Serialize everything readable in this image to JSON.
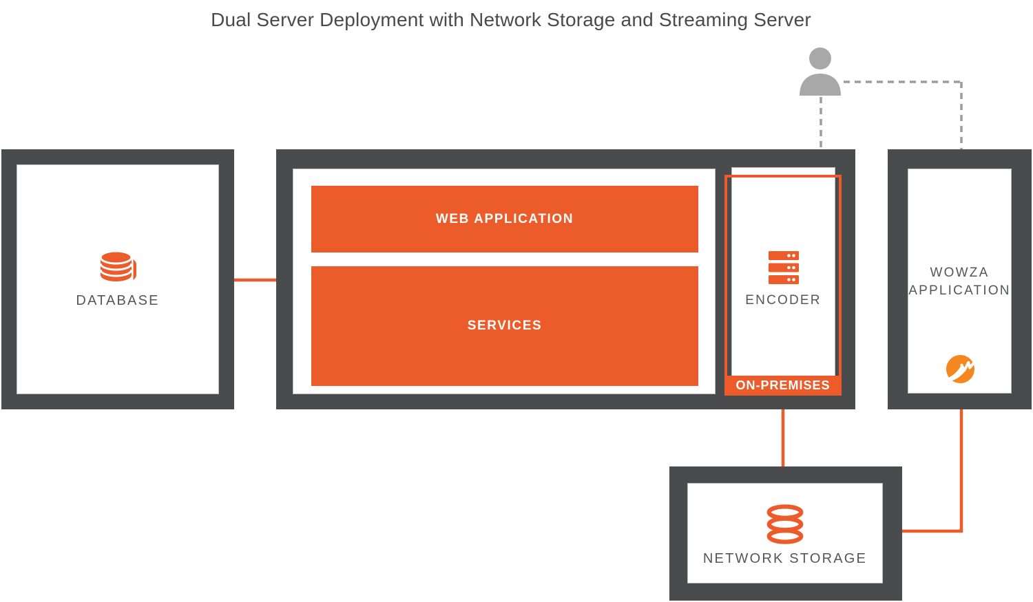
{
  "title": "Dual Server Deployment with Network Storage and Streaming Server",
  "colors": {
    "accent": "#EC5B2A",
    "logo": "#F5871F",
    "frame": "#4A4B4C",
    "label": "#54565A",
    "title_text": "#4A4A4A",
    "person": "#A8A8A8",
    "dashed": "#9C9C9C",
    "panel_border": "#BDBDBD"
  },
  "nodes": {
    "database": {
      "label": "DATABASE",
      "icon": "database-icon"
    },
    "app_server": {
      "web_application": {
        "label": "WEB APPLICATION"
      },
      "services": {
        "label": "SERVICES"
      }
    },
    "encoder": {
      "label": "ENCODER",
      "badge": "ON-PREMISES",
      "icon": "server-stack-icon"
    },
    "wowza_application": {
      "label_line1": "WOWZA",
      "label_line2": "APPLICATION",
      "icon": "wowza-logo-icon"
    },
    "network_storage": {
      "label": "NETWORK STORAGE",
      "icon": "storage-stack-icon"
    },
    "user": {
      "icon": "person-icon"
    }
  },
  "connections": [
    {
      "from": "database",
      "to": "app-server",
      "style": "solid-orange"
    },
    {
      "from": "encoder",
      "to": "network-storage",
      "style": "solid-orange"
    },
    {
      "from": "wowza-application",
      "to": "network-storage",
      "style": "solid-orange"
    },
    {
      "from": "user",
      "to": "app-server-top",
      "style": "dashed-gray"
    },
    {
      "from": "user",
      "to": "wowza-application-top",
      "style": "dashed-gray"
    }
  ]
}
